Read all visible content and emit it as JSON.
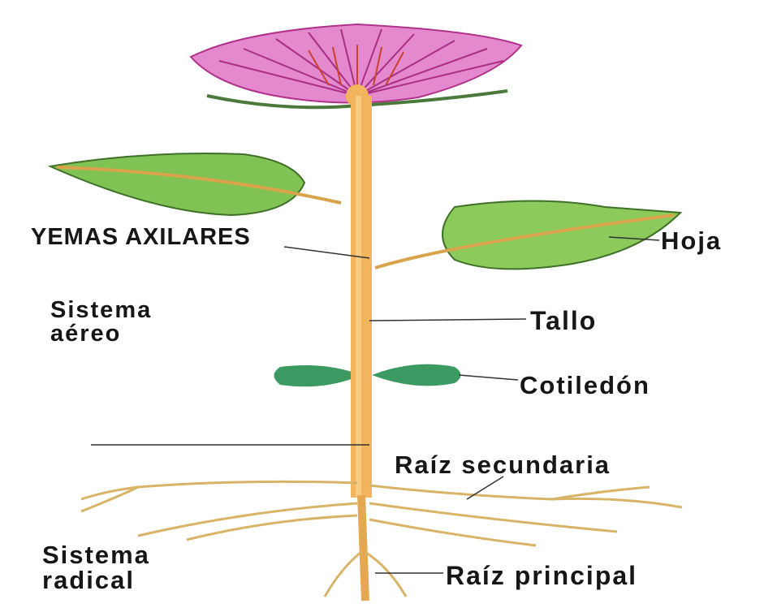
{
  "labels": {
    "yemas_axilares": "YEMAS AXILARES",
    "hoja": "Hoja",
    "sistema_aereo_line1": "Sistema",
    "sistema_aereo_line2": "aéreo",
    "tallo": "Tallo",
    "cotiledon": "Cotiledón",
    "raiz_secundaria": "Raíz secundaria",
    "sistema_radical_line1": "Sistema",
    "sistema_radical_line2": "radical",
    "raiz_principal": "Raíz principal"
  },
  "colors": {
    "petal": "#e07ec8",
    "petal_vein": "#b1308a",
    "leaf": "#7dbf4e",
    "leaf_dark": "#4f8a2c",
    "cotyledon": "#3a9a62",
    "stem": "#f2b45c",
    "stem_dark": "#d58a2e",
    "root": "#d9b468",
    "leader": "#333333"
  }
}
